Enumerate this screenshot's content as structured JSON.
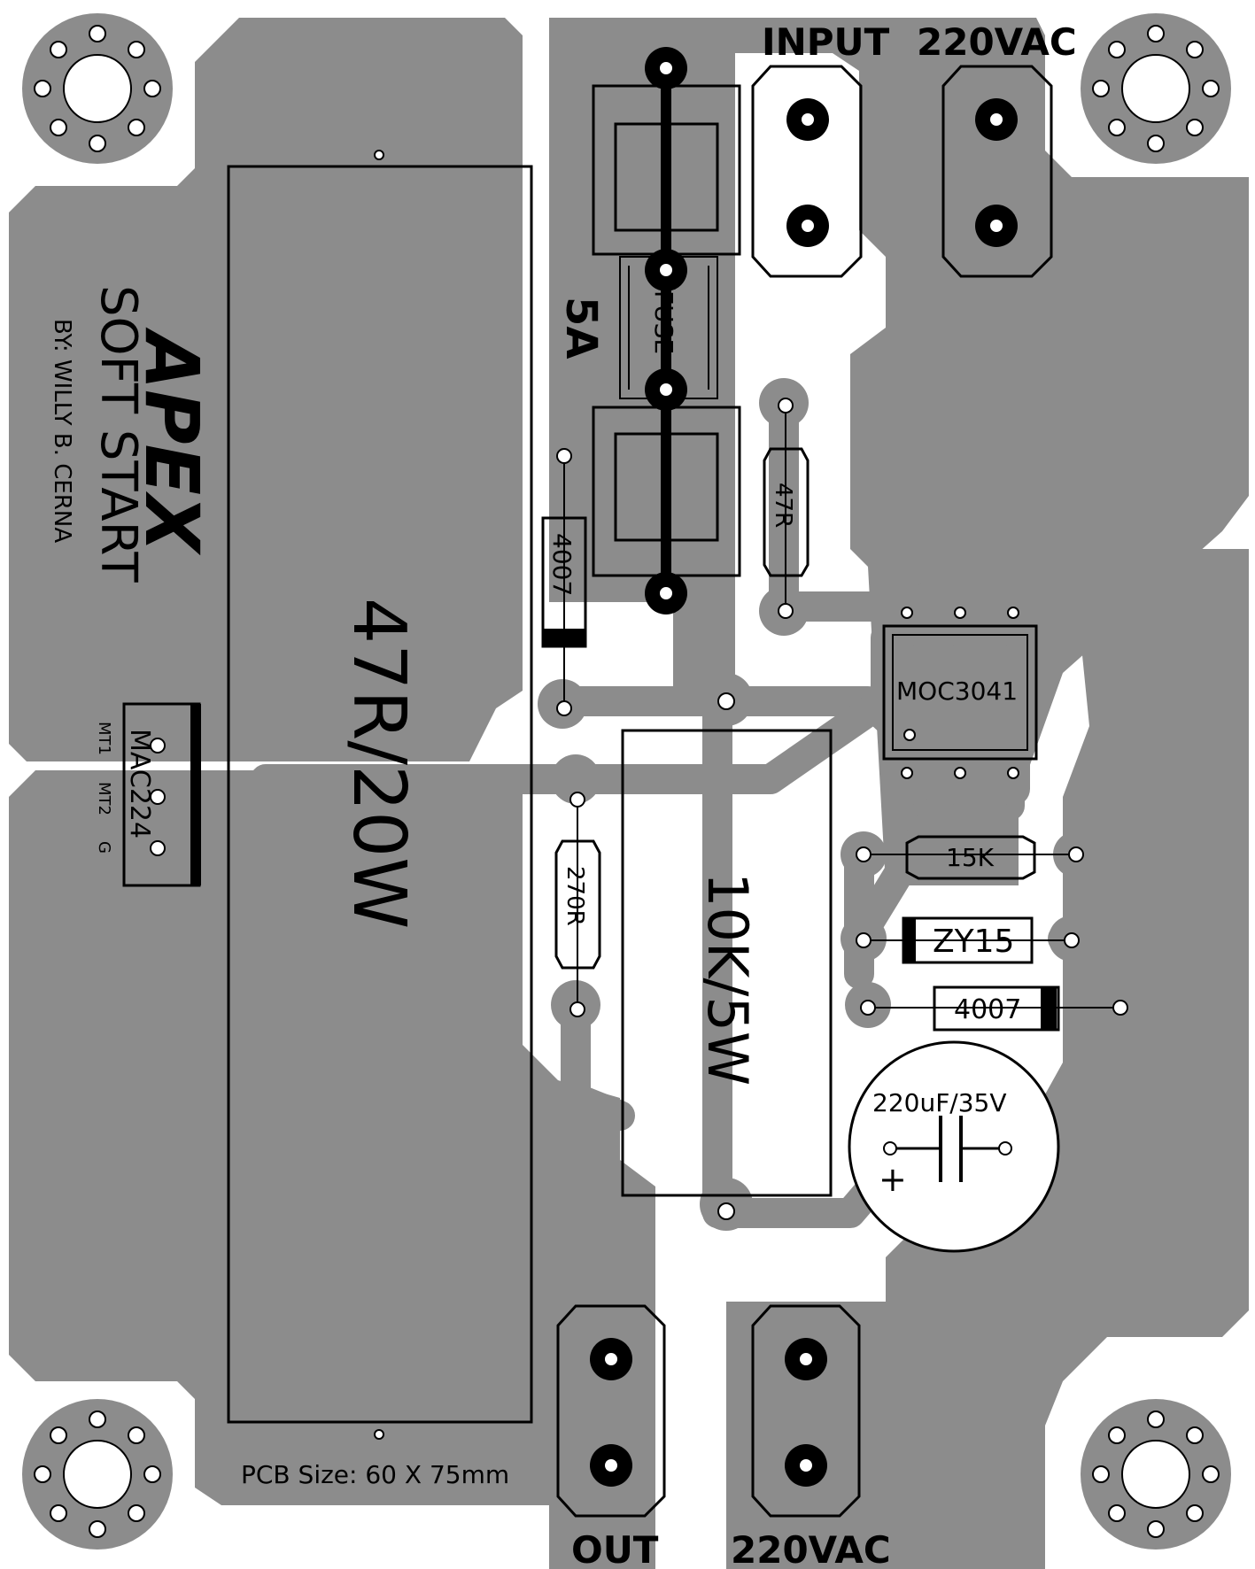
{
  "board": {
    "title_logo": "APEX",
    "title": "SOFT START",
    "author": "BY: WILLY B. CERNA",
    "pcb_size": "PCB Size: 60 X 75mm"
  },
  "connectors": {
    "input_label": "INPUT",
    "input_voltage_label": "220VAC",
    "output_label": "OUT",
    "output_voltage_label": "220VAC"
  },
  "components": {
    "power_resistor": "47R/20W",
    "resistor_10k": "10K/5W",
    "fuse_rating": "5A",
    "fuse_label": "FUSE",
    "diode_top": "4007",
    "diode_bottom": "4007",
    "resistor_47r": "47R",
    "resistor_270r": "270R",
    "resistor_15k": "15K",
    "zener": "ZY15",
    "optocoupler": "MOC3041",
    "capacitor": "220uF/35V",
    "cap_plus": "+",
    "triac": "MAC224",
    "triac_pin_mt1": "MT1",
    "triac_pin_mt2": "MT2",
    "triac_pin_g": "G"
  },
  "colors": {
    "copper": "#8c8c8c",
    "background": "#ffffff",
    "silkscreen": "#000000"
  }
}
